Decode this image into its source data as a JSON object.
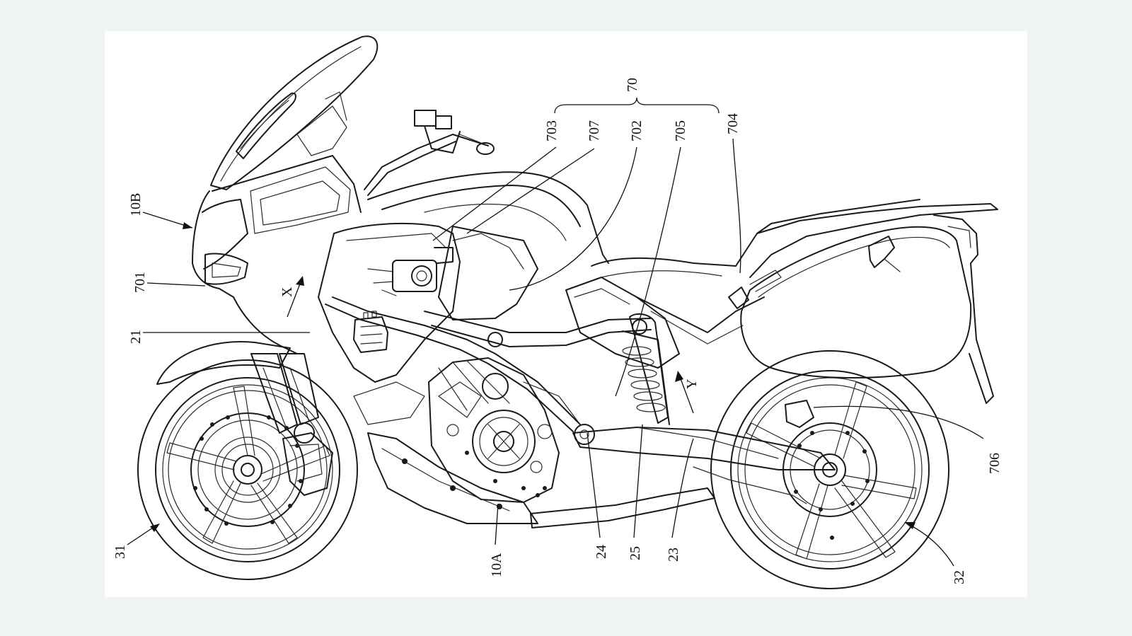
{
  "figure": {
    "labels": {
      "bracket": "70",
      "l703": "703",
      "l707": "707",
      "l702": "702",
      "l705": "705",
      "l704": "704",
      "l10B": "10B",
      "l701": "701",
      "l21": "21",
      "lX": "X",
      "lY": "Y",
      "l706": "706",
      "l31": "31",
      "l10A": "10A",
      "l24": "24",
      "l25": "25",
      "l23": "23",
      "l32": "32"
    }
  }
}
